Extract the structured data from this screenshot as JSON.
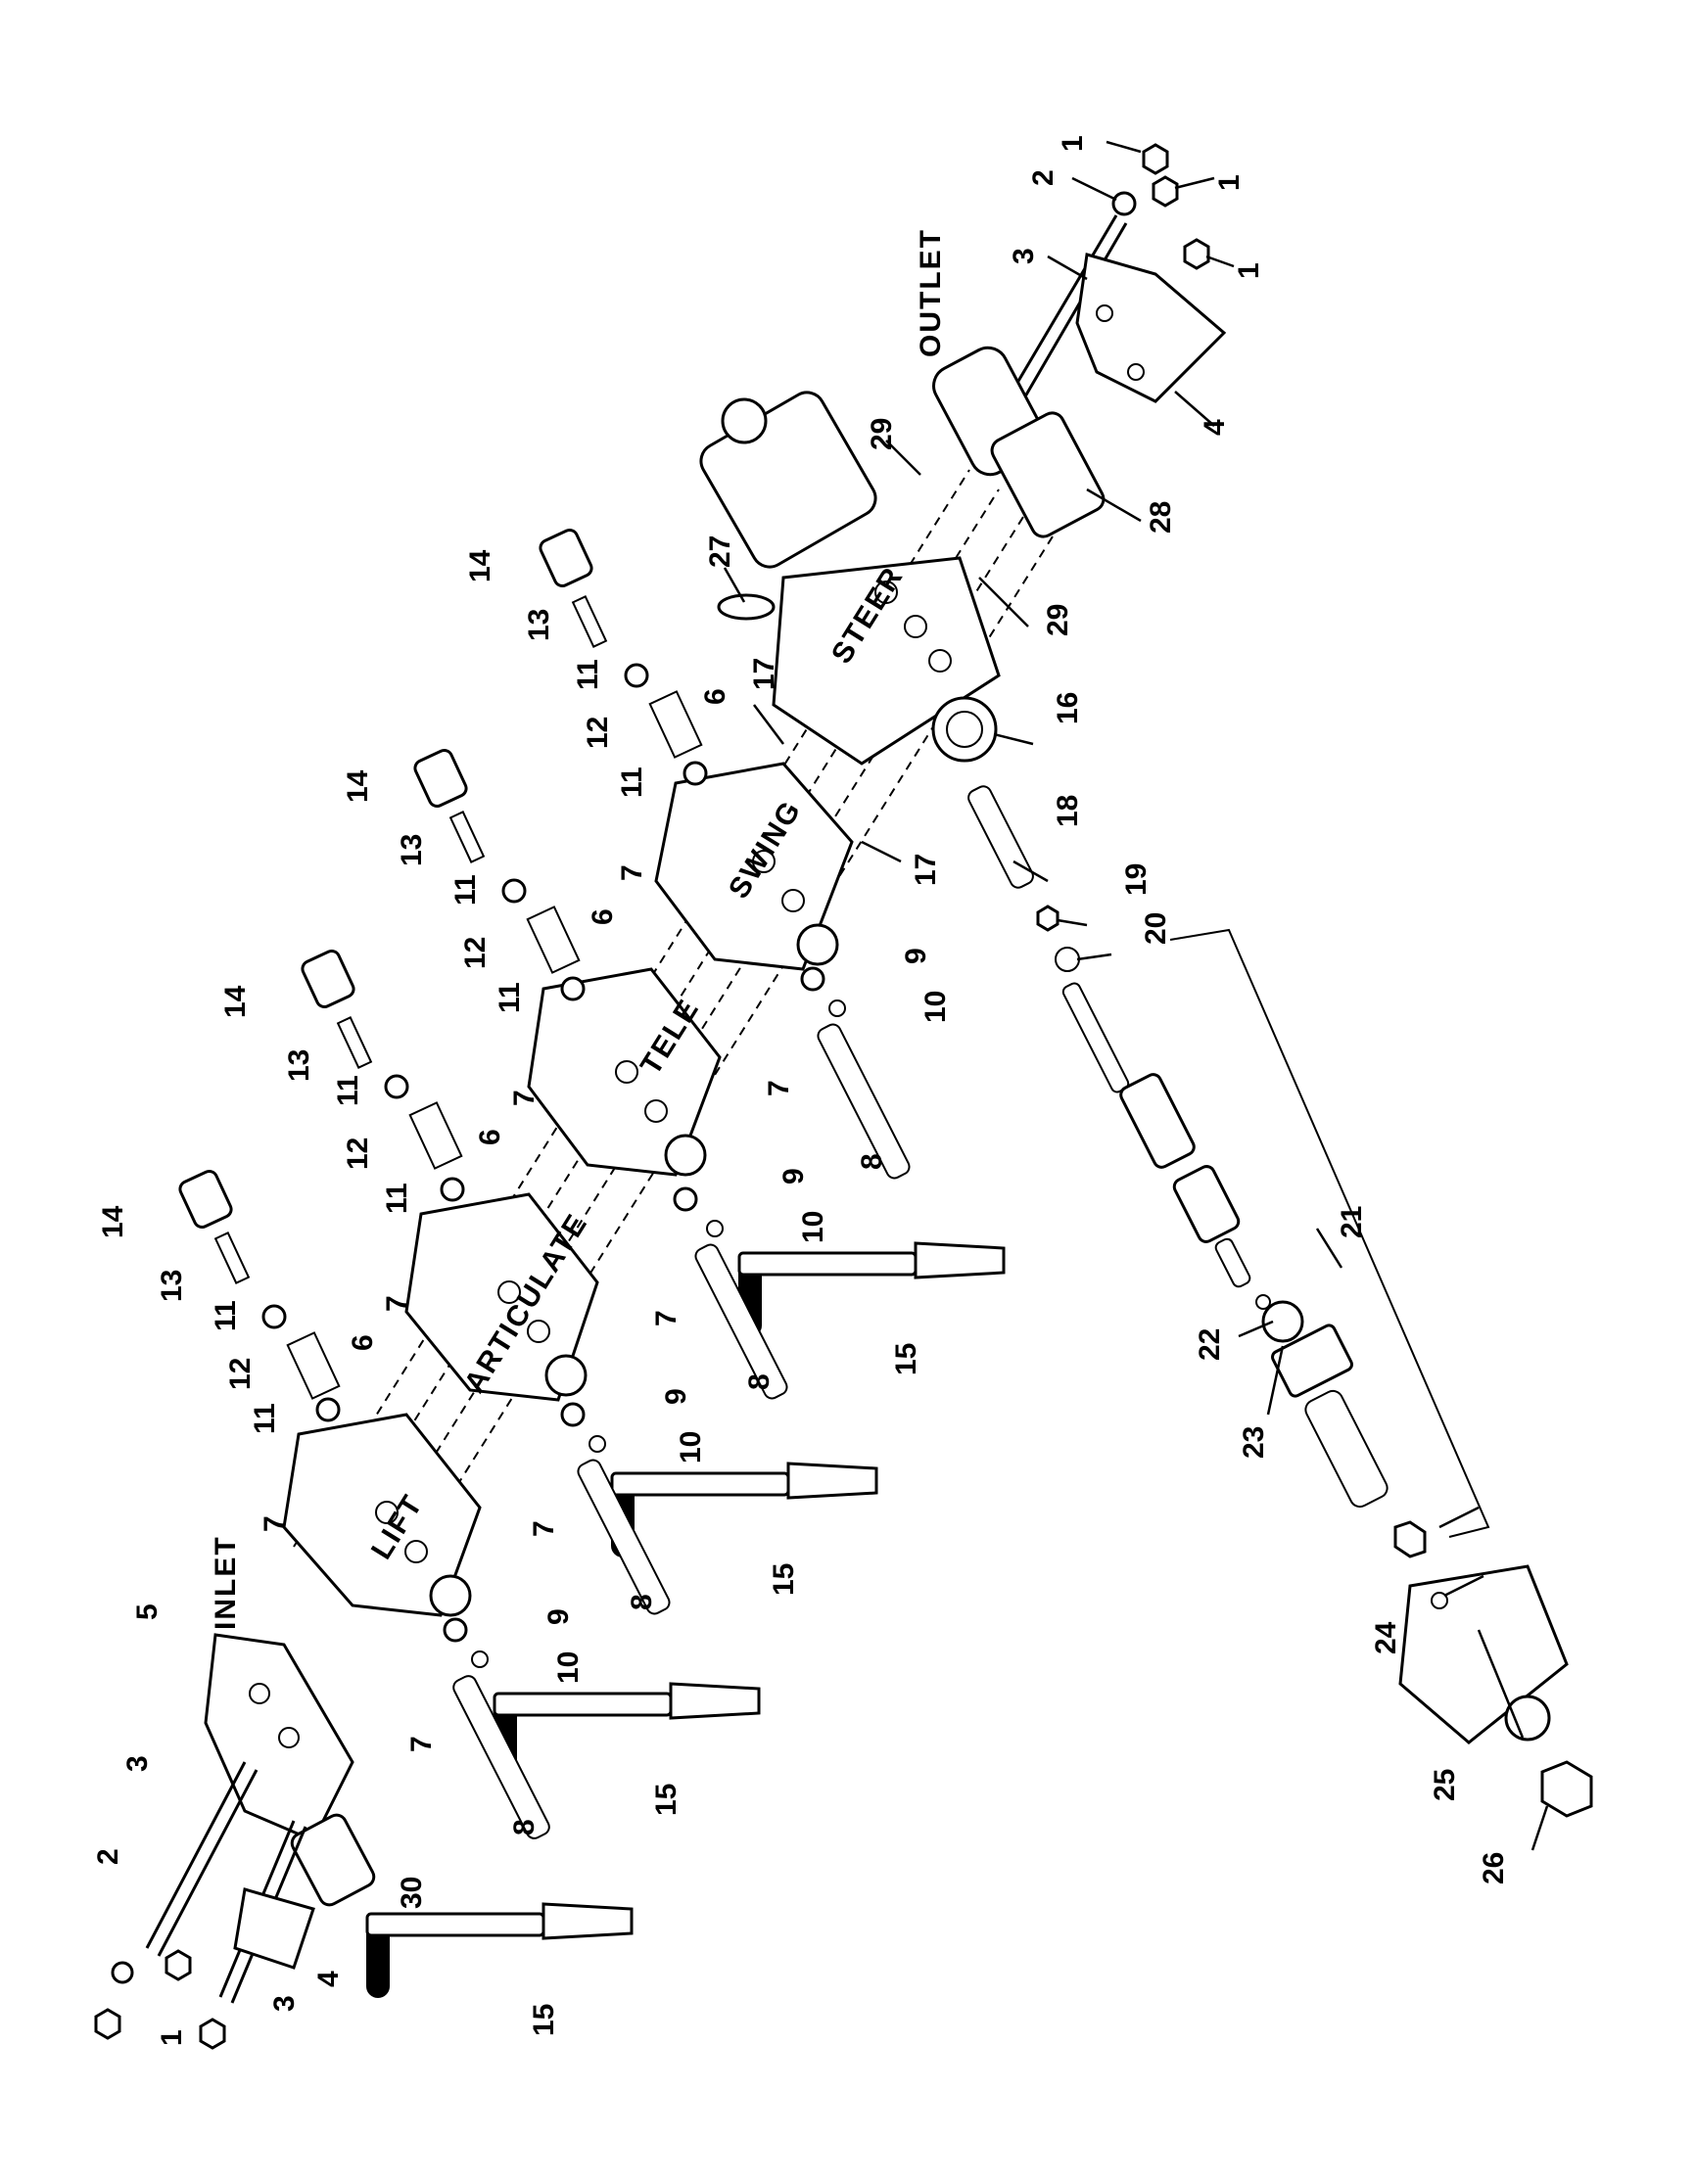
{
  "sections": {
    "inlet": "INLET",
    "lift": "LIFT",
    "articulate": "ARTICULATE",
    "tele": "TELE",
    "swing": "SWING",
    "steer": "STEER",
    "outlet": "OUTLET"
  },
  "callouts": {
    "c1a": "1",
    "c1b": "1",
    "c1c": "1",
    "c1d": "1",
    "c2a": "2",
    "c2b": "2",
    "c3a": "3",
    "c3b": "3",
    "c3c": "3",
    "c4a": "4",
    "c4b": "4",
    "c5": "5",
    "c6a": "6",
    "c6b": "6",
    "c6c": "6",
    "c6d": "6",
    "c7a": "7",
    "c7b": "7",
    "c7c": "7",
    "c7d": "7",
    "c7e": "7",
    "c7f": "7",
    "c7g": "7",
    "c7h": "7",
    "c8a": "8",
    "c8b": "8",
    "c8c": "8",
    "c8d": "8",
    "c9a": "9",
    "c9b": "9",
    "c9c": "9",
    "c9d": "9",
    "c10a": "10",
    "c10b": "10",
    "c10c": "10",
    "c10d": "10",
    "c11a": "11",
    "c11b": "11",
    "c11c": "11",
    "c11d": "11",
    "c11e": "11",
    "c11f": "11",
    "c11g": "11",
    "c11h": "11",
    "c12a": "12",
    "c12b": "12",
    "c12c": "12",
    "c12d": "12",
    "c13a": "13",
    "c13b": "13",
    "c13c": "13",
    "c13d": "13",
    "c14a": "14",
    "c14b": "14",
    "c14c": "14",
    "c14d": "14",
    "c15a": "15",
    "c15b": "15",
    "c15c": "15",
    "c15d": "15",
    "c16": "16",
    "c17a": "17",
    "c17b": "17",
    "c18": "18",
    "c19": "19",
    "c20": "20",
    "c21": "21",
    "c22": "22",
    "c23": "23",
    "c24": "24",
    "c25": "25",
    "c26": "26",
    "c27": "27",
    "c28": "28",
    "c29a": "29",
    "c29b": "29",
    "c30": "30"
  }
}
